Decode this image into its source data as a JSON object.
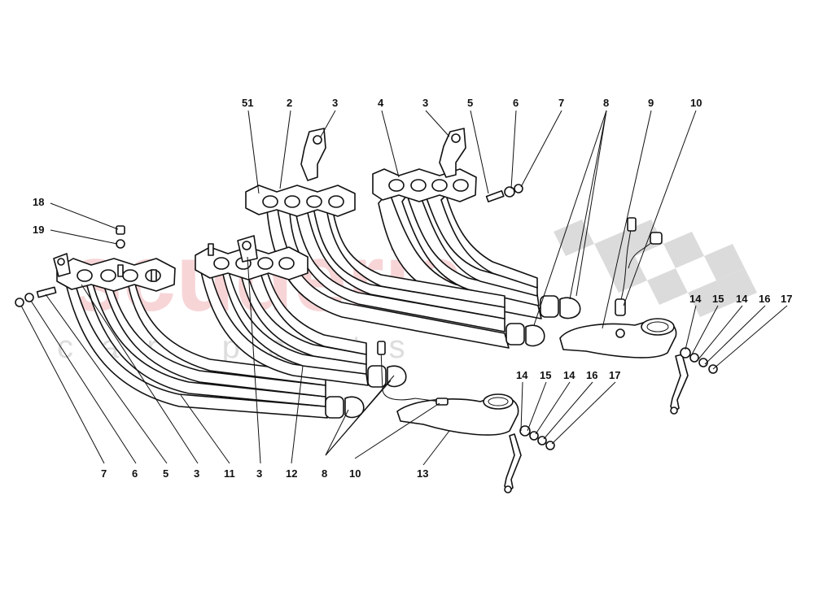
{
  "watermark": {
    "brand": "scuderia",
    "tagline": "car parts"
  },
  "callouts_top": [
    {
      "id": "c-51",
      "label": "51"
    },
    {
      "id": "c-2",
      "label": "2"
    },
    {
      "id": "c-3a",
      "label": "3"
    },
    {
      "id": "c-4",
      "label": "4"
    },
    {
      "id": "c-3b",
      "label": "3"
    },
    {
      "id": "c-5a",
      "label": "5"
    },
    {
      "id": "c-6a",
      "label": "6"
    },
    {
      "id": "c-7a",
      "label": "7"
    },
    {
      "id": "c-8a",
      "label": "8"
    },
    {
      "id": "c-9",
      "label": "9"
    },
    {
      "id": "c-10a",
      "label": "10"
    }
  ],
  "callouts_left": [
    {
      "id": "c-18",
      "label": "18"
    },
    {
      "id": "c-19",
      "label": "19"
    }
  ],
  "callouts_bottom": [
    {
      "id": "c-7b",
      "label": "7"
    },
    {
      "id": "c-6b",
      "label": "6"
    },
    {
      "id": "c-5b",
      "label": "5"
    },
    {
      "id": "c-3c",
      "label": "3"
    },
    {
      "id": "c-11",
      "label": "11"
    },
    {
      "id": "c-3d",
      "label": "3"
    },
    {
      "id": "c-12",
      "label": "12"
    },
    {
      "id": "c-8b",
      "label": "8"
    },
    {
      "id": "c-10b",
      "label": "10"
    },
    {
      "id": "c-13",
      "label": "13"
    }
  ],
  "callouts_right_mid": [
    {
      "id": "c-14a",
      "label": "14"
    },
    {
      "id": "c-15a",
      "label": "15"
    },
    {
      "id": "c-14b",
      "label": "14"
    },
    {
      "id": "c-16a",
      "label": "16"
    },
    {
      "id": "c-17a",
      "label": "17"
    }
  ],
  "callouts_right_top": [
    {
      "id": "c-14c",
      "label": "14"
    },
    {
      "id": "c-15b",
      "label": "15"
    },
    {
      "id": "c-14d",
      "label": "14"
    },
    {
      "id": "c-16b",
      "label": "16"
    },
    {
      "id": "c-17b",
      "label": "17"
    }
  ]
}
